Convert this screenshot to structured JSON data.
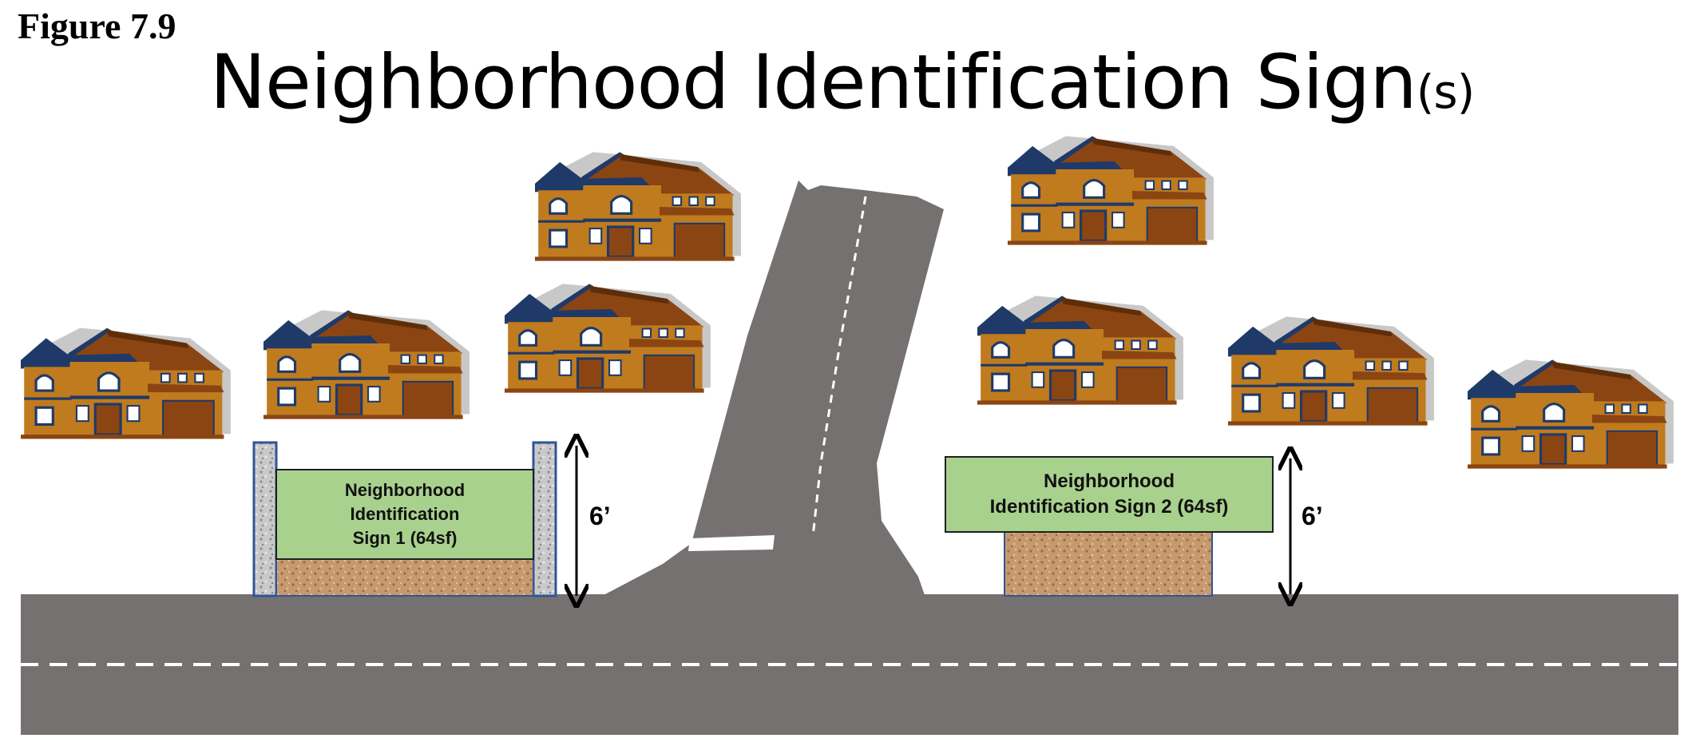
{
  "figure_label": "Figure 7.9",
  "title": {
    "main": "Neighborhood Identification Sign",
    "suffix": "(s)"
  },
  "signs": [
    {
      "lines": [
        "Neighborhood",
        "Identification",
        "Sign 1 (64sf)"
      ],
      "height_label": "6’"
    },
    {
      "lines": [
        "Neighborhood",
        "Identification Sign 2 (64sf)"
      ],
      "height_label": "6’"
    }
  ],
  "colors": {
    "road": "#767171",
    "road_marking": "#ffffff",
    "sign_panel": "#a9d18e",
    "sign_border": "#1f1f1f",
    "base": "#c69a6d",
    "pillar": "#c9c9c9",
    "pillar_border": "#2f5597",
    "house_wall": "#c07b1e",
    "house_roof": "#8b4513",
    "house_trim": "#1f3a68"
  }
}
